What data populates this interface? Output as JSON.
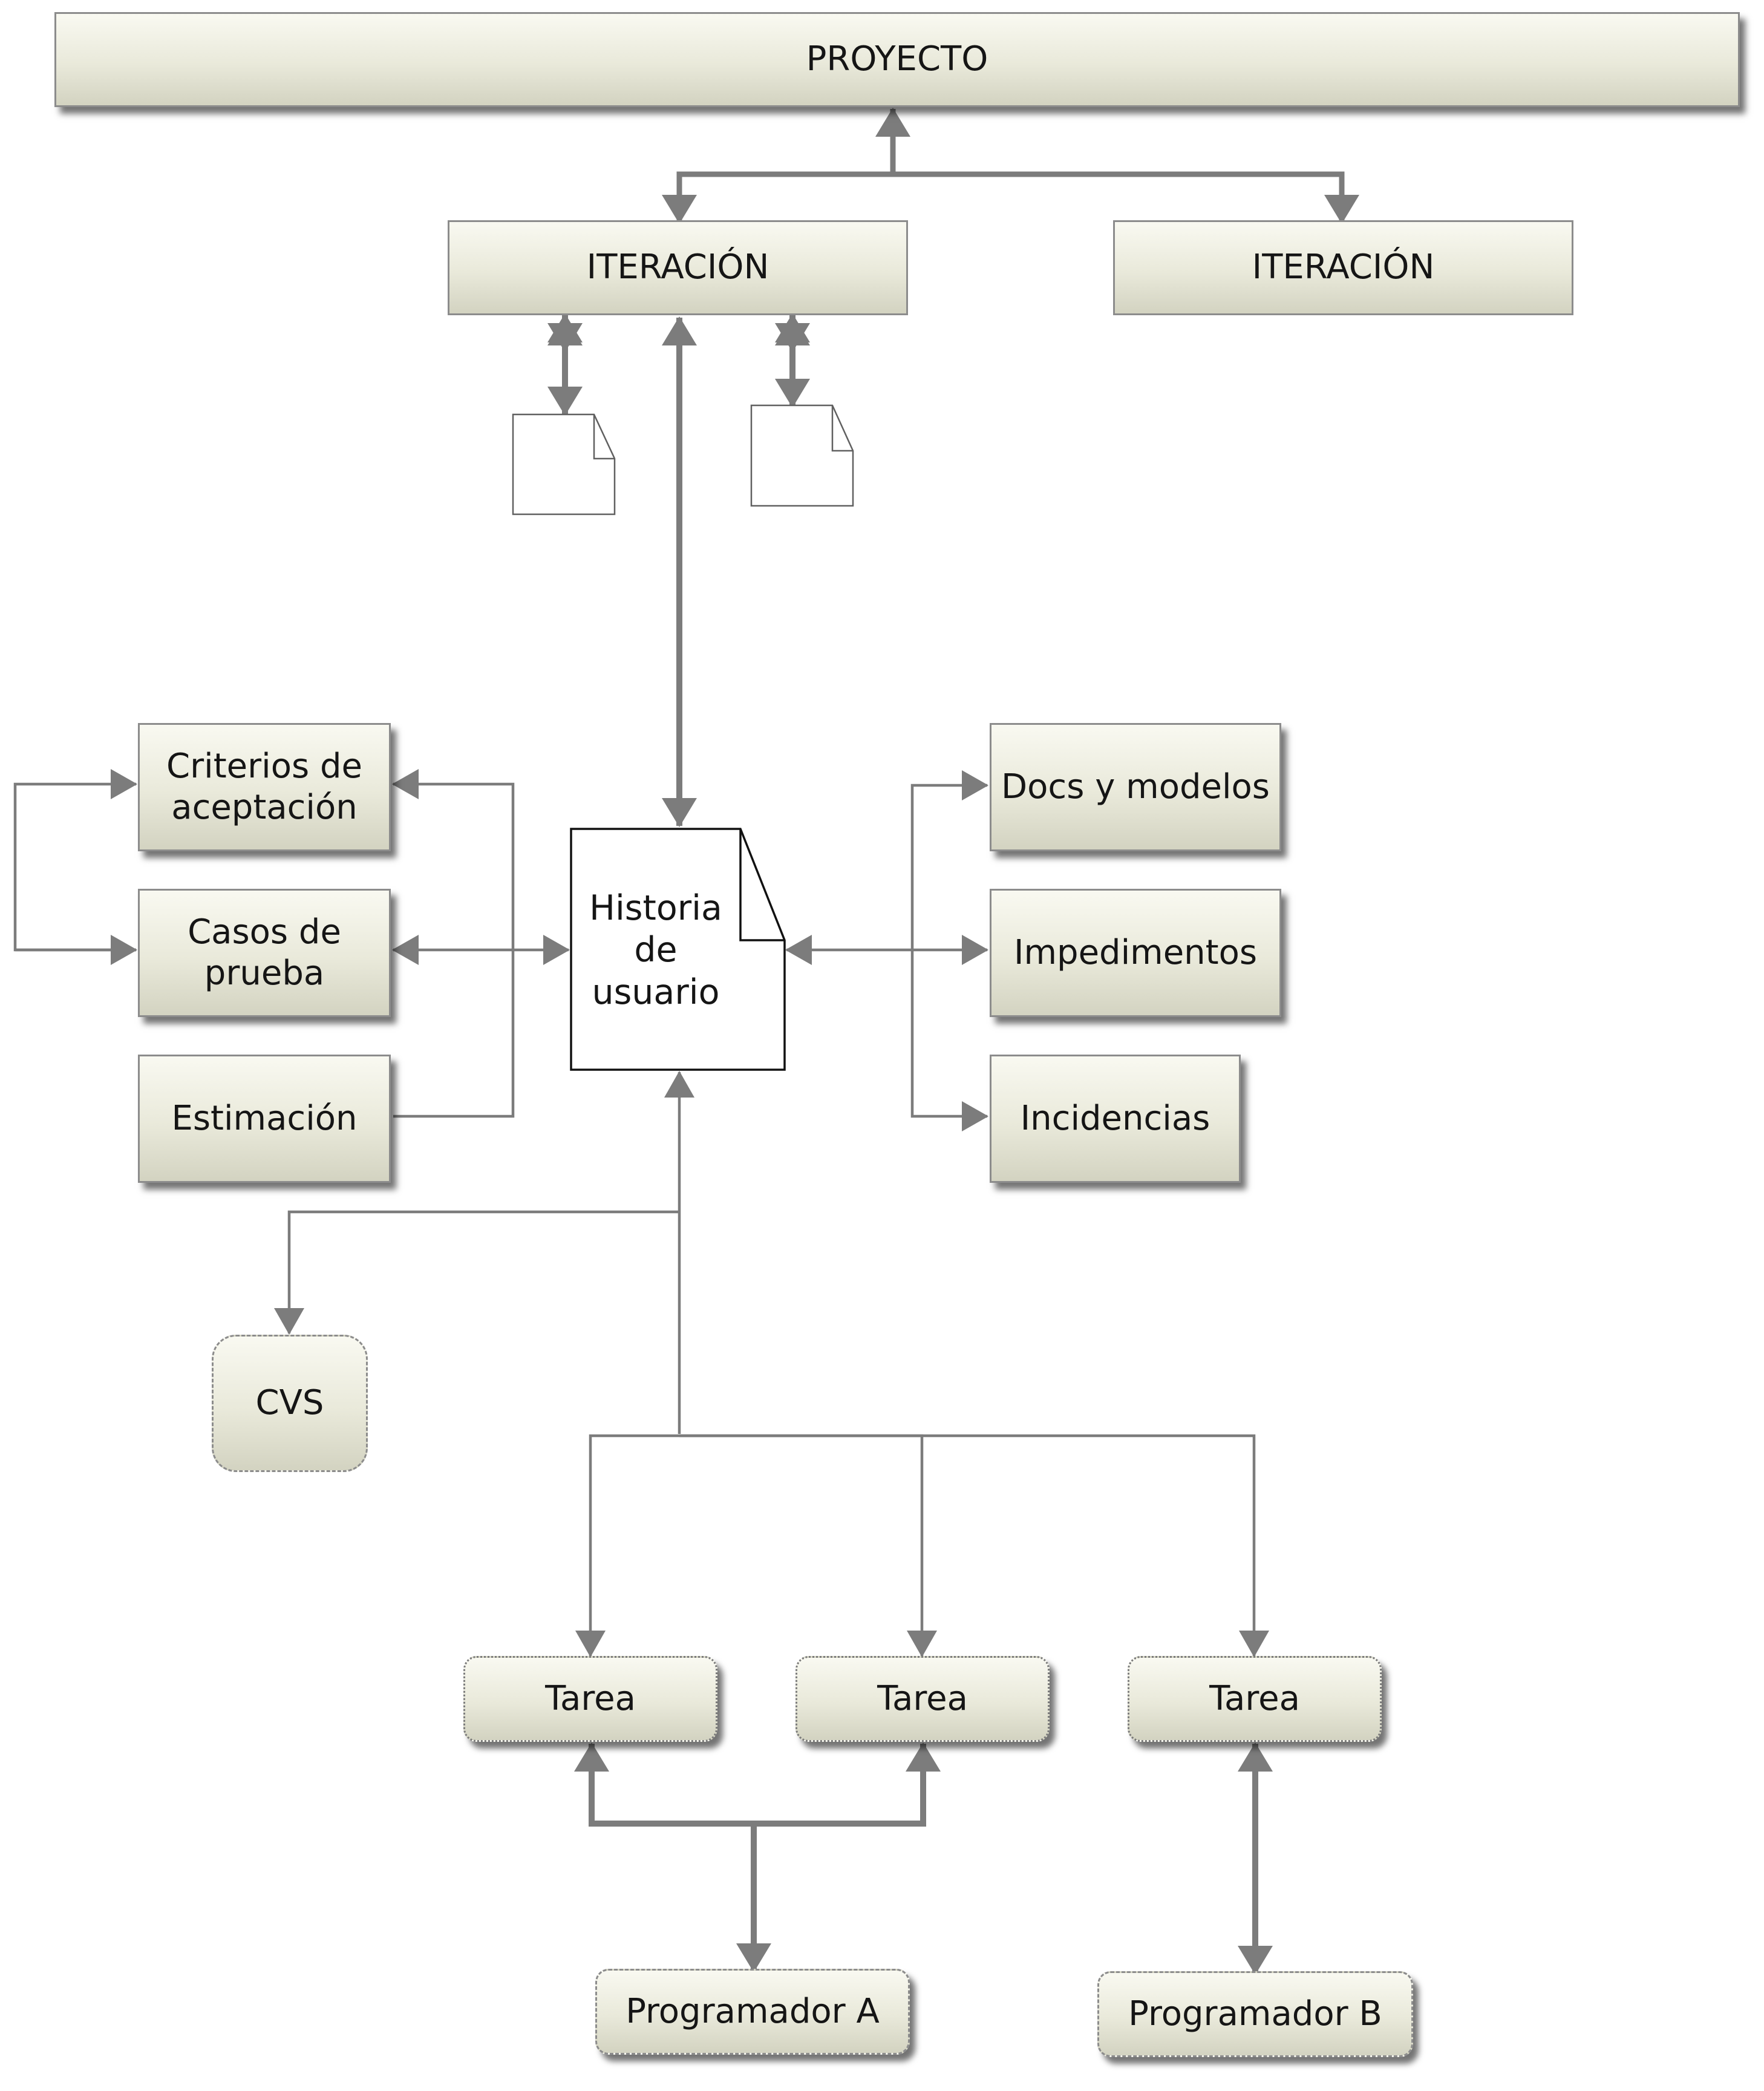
{
  "nodes": {
    "proyecto": "PROYECTO",
    "iteracion_1": "ITERACIÓN",
    "iteracion_2": "ITERACIÓN",
    "historia": [
      "Historia",
      "de",
      "usuario"
    ],
    "criterios": [
      "Criterios de",
      "aceptación"
    ],
    "casos": [
      "Casos de",
      "prueba"
    ],
    "estimacion": "Estimación",
    "docs": "Docs y modelos",
    "impedimentos": "Impedimentos",
    "incidencias": "Incidencias",
    "cvs": "CVS",
    "tarea_1": "Tarea",
    "tarea_2": "Tarea",
    "tarea_3": "Tarea",
    "programador_a": "Programador A",
    "programador_b": "Programador B"
  },
  "colors": {
    "connector": "#7c7c7c",
    "box_top": "#f9f9f1",
    "box_bottom": "#d3d3c1",
    "border": "#8c8c8c"
  }
}
